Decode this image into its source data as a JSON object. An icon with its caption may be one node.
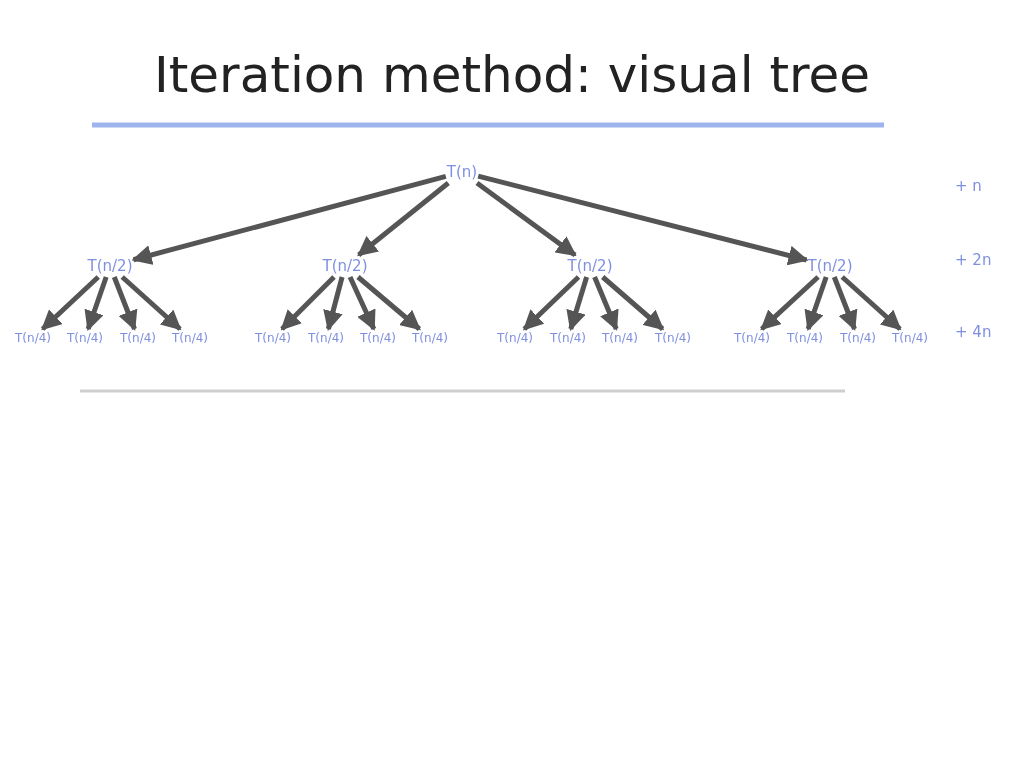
{
  "diagram": {
    "title": "Iteration method: visual tree",
    "nodes": [
      {
        "text": [
          "T(n)"
        ]
      },
      {
        "text": [
          "T(n/2)"
        ]
      },
      {
        "text": [
          "T(n/2)"
        ]
      },
      {
        "text": [
          "T(n/2)"
        ]
      },
      {
        "text": [
          "T(n/2)"
        ]
      },
      {
        "text": [
          "T(n/4)"
        ]
      },
      {
        "text": [
          "T(n/4)"
        ]
      },
      {
        "text": [
          "T(n/4)"
        ]
      },
      {
        "text": [
          "T(n/4)"
        ]
      },
      {
        "text": [
          "T(n/4)"
        ]
      },
      {
        "text": [
          "T(n/4)"
        ]
      },
      {
        "text": [
          "T(n/4)"
        ]
      },
      {
        "text": [
          "T(n/4)"
        ]
      },
      {
        "text": [
          "T(n/4)"
        ]
      },
      {
        "text": [
          "T(n/4)"
        ]
      },
      {
        "text": [
          "T(n/4)"
        ]
      },
      {
        "text": [
          "T(n/4)"
        ]
      },
      {
        "text": [
          "T(n/4)"
        ]
      },
      {
        "text": [
          "T(n/4)"
        ]
      },
      {
        "text": [
          "T(n/4)"
        ]
      },
      {
        "text": [
          "T(n/4)"
        ]
      }
    ],
    "edges": [
      {
        "from": 0,
        "to": 1,
        "arrow": "to"
      },
      {
        "from": 0,
        "to": 2,
        "arrow": "to"
      },
      {
        "from": 0,
        "to": 3,
        "arrow": "to"
      },
      {
        "from": 0,
        "to": 4,
        "arrow": "to"
      },
      {
        "from": 1,
        "to": 5,
        "arrow": "to"
      },
      {
        "from": 1,
        "to": 6,
        "arrow": "to"
      },
      {
        "from": 1,
        "to": 7,
        "arrow": "to"
      },
      {
        "from": 1,
        "to": 8,
        "arrow": "to"
      },
      {
        "from": 2,
        "to": 9,
        "arrow": "to"
      },
      {
        "from": 2,
        "to": 10,
        "arrow": "to"
      },
      {
        "from": 2,
        "to": 11,
        "arrow": "to"
      },
      {
        "from": 2,
        "to": 12,
        "arrow": "to"
      },
      {
        "from": 3,
        "to": 13,
        "arrow": "to"
      },
      {
        "from": 3,
        "to": 14,
        "arrow": "to"
      },
      {
        "from": 3,
        "to": 15,
        "arrow": "to"
      },
      {
        "from": 3,
        "to": 16,
        "arrow": "to"
      },
      {
        "from": 4,
        "to": 17,
        "arrow": "to"
      },
      {
        "from": 4,
        "to": 18,
        "arrow": "to"
      },
      {
        "from": 4,
        "to": 19,
        "arrow": "to"
      },
      {
        "from": 4,
        "to": 20,
        "arrow": "to"
      }
    ],
    "labels": [
      "+ n",
      "+ 2n",
      "+ 4n"
    ]
  }
}
